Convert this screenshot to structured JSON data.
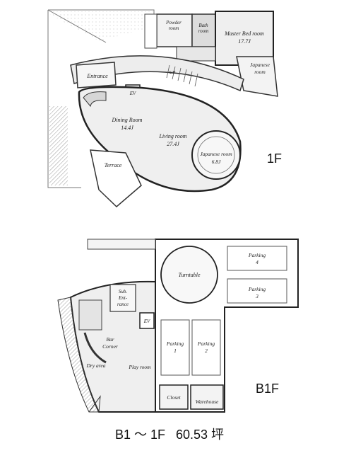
{
  "floors": [
    {
      "label": "1F",
      "rooms": {
        "powder": [
          "Powder",
          "room"
        ],
        "bath": [
          "Bath",
          "room"
        ],
        "master": [
          "Master Bed room",
          "17.7J"
        ],
        "japanese_small": [
          "Japanese",
          "room"
        ],
        "entrance": [
          "Entrance"
        ],
        "ev": [
          "EV"
        ],
        "up": [
          "UP"
        ],
        "dining": [
          "Dining Room",
          "14.4J"
        ],
        "living": [
          "Living room",
          "27.4J"
        ],
        "japanese_round": [
          "Japanese room",
          "6.8J"
        ],
        "terrace": [
          "Terrace"
        ]
      }
    },
    {
      "label": "B1F",
      "rooms": {
        "turntable": [
          "Turntable"
        ],
        "parking4": [
          "Parking",
          "4"
        ],
        "parking3": [
          "Parking",
          "3"
        ],
        "sub_entrance": [
          "Sub.",
          "Ent-",
          "rance"
        ],
        "ev": [
          "EV"
        ],
        "parking1": [
          "Parking",
          "1"
        ],
        "parking2": [
          "Parking",
          "2"
        ],
        "bar_corner": [
          "Bar",
          "Corner"
        ],
        "dry_area": [
          "Dry area"
        ],
        "play_room": [
          "Play room"
        ],
        "closet": [
          "Closet"
        ],
        "warehouse": [
          "Warehouse"
        ]
      }
    }
  ],
  "caption": {
    "range": "B1 〜 1F",
    "area": "60.53 坪"
  }
}
